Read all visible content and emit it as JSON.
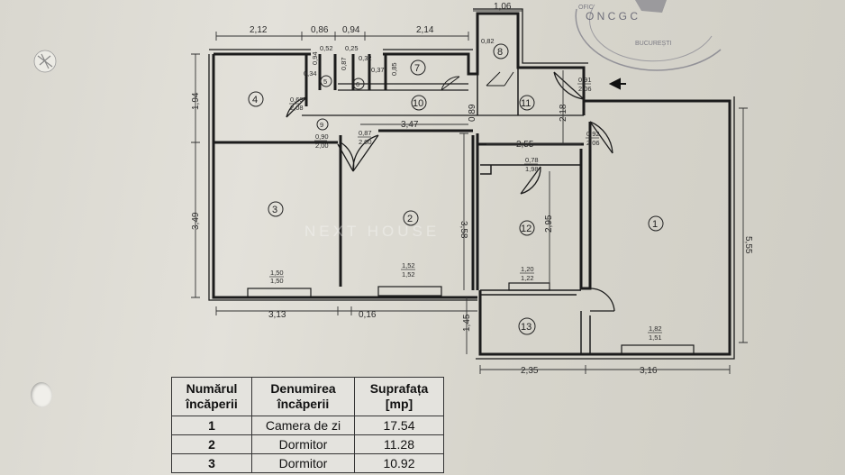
{
  "rooms": {
    "r1": "1",
    "r2": "2",
    "r3": "3",
    "r4": "4",
    "r5": "5",
    "r6": "6",
    "r7": "7",
    "r8": "8",
    "r9": "9",
    "r10": "10",
    "r11": "11",
    "r12": "12",
    "r13": "13"
  },
  "dimensions": {
    "top_2_12": "2,12",
    "top_0_86": "0,86",
    "top_0_94": "0,94",
    "top_2_14": "2,14",
    "top_1_06": "1,06",
    "left_1_94": "1,94",
    "left_3_49": "3,49",
    "bottom_3_13": "3,13",
    "bottom_0_16": "0,16",
    "left_1_45": "1,45",
    "bottom_2_35": "2,35",
    "bottom_3_16": "3,16",
    "right_5_55": "5,55",
    "inner_3_47": "3,47",
    "inner_2_55": "2,55",
    "inner_3_58": "3,58",
    "inner_2_95": "2,95",
    "inner_2_18": "2,18",
    "inner_0_89": "0,89",
    "w_0_52": "0,52",
    "w_0_25": "0,25",
    "w_0_34": "0,34",
    "w_0_94": "0,94",
    "w_0_87a": "0,87",
    "w_0_32": "0,32",
    "w_0_37": "0,37",
    "w_0_85": "0,85",
    "w_0_82": "0,82"
  },
  "doors": {
    "d4_top": "0,69",
    "d4_bot": "2,08",
    "d9_top": "0,90",
    "d9_bot": "2,00",
    "d2_top": "0,87",
    "d2_bot": "2,00",
    "d12_top": "0,78",
    "d12_bot": "1,98",
    "dent_top": "0,91",
    "dent_bot": "2,06",
    "d1_top": "0,92",
    "d1_bot": "2,06"
  },
  "windows": {
    "w3_top": "1,50",
    "w3_bot": "1,50",
    "w2_top": "1,52",
    "w2_bot": "1,52",
    "w12_top": "1,20",
    "w12_bot": "1,22",
    "w1_top": "1,82",
    "w1_bot": "1,51"
  },
  "watermark": "NEXT HOUSE",
  "stamp": {
    "line1": "O N C G C",
    "line2": "BUCUREȘTI",
    "line3": "OFIC"
  },
  "table": {
    "headers": [
      "Numărul încăperii",
      "Denumirea încăperii",
      "Suprafața [mp]"
    ],
    "rows": [
      [
        "1",
        "Camera de zi",
        "17.54"
      ],
      [
        "2",
        "Dormitor",
        "11.28"
      ],
      [
        "3",
        "Dormitor",
        "10.92"
      ]
    ]
  }
}
